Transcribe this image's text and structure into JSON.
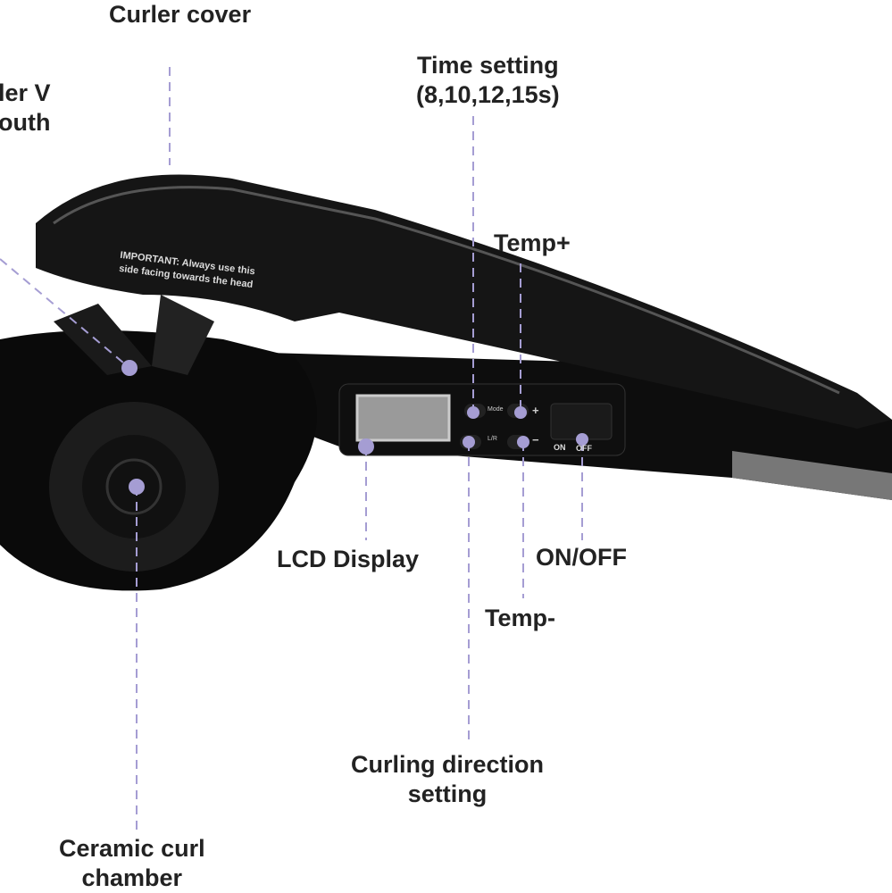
{
  "labels": {
    "curler_cover": "Curler cover",
    "v_mouth_line1": "ler V",
    "v_mouth_line2": "outh",
    "time_setting_line1": "Time setting",
    "time_setting_line2": "(8,10,12,15s)",
    "temp_plus": "Temp+",
    "lcd_display": "LCD Display",
    "on_off": "ON/OFF",
    "temp_minus": "Temp-",
    "curling_direction_line1": "Curling direction",
    "curling_direction_line2": "setting",
    "ceramic_line1": "Ceramic curl",
    "ceramic_line2": "chamber"
  },
  "device": {
    "warning_line1": "IMPORTANT: Always use this",
    "warning_line2": "side facing towards the head",
    "mode_button": "Mode",
    "lr_button": "L/R",
    "plus_button": "+",
    "minus_button": "−",
    "on": "ON",
    "off": "OFF"
  },
  "colors": {
    "callout": "#a59dd3",
    "body": "#111111"
  }
}
